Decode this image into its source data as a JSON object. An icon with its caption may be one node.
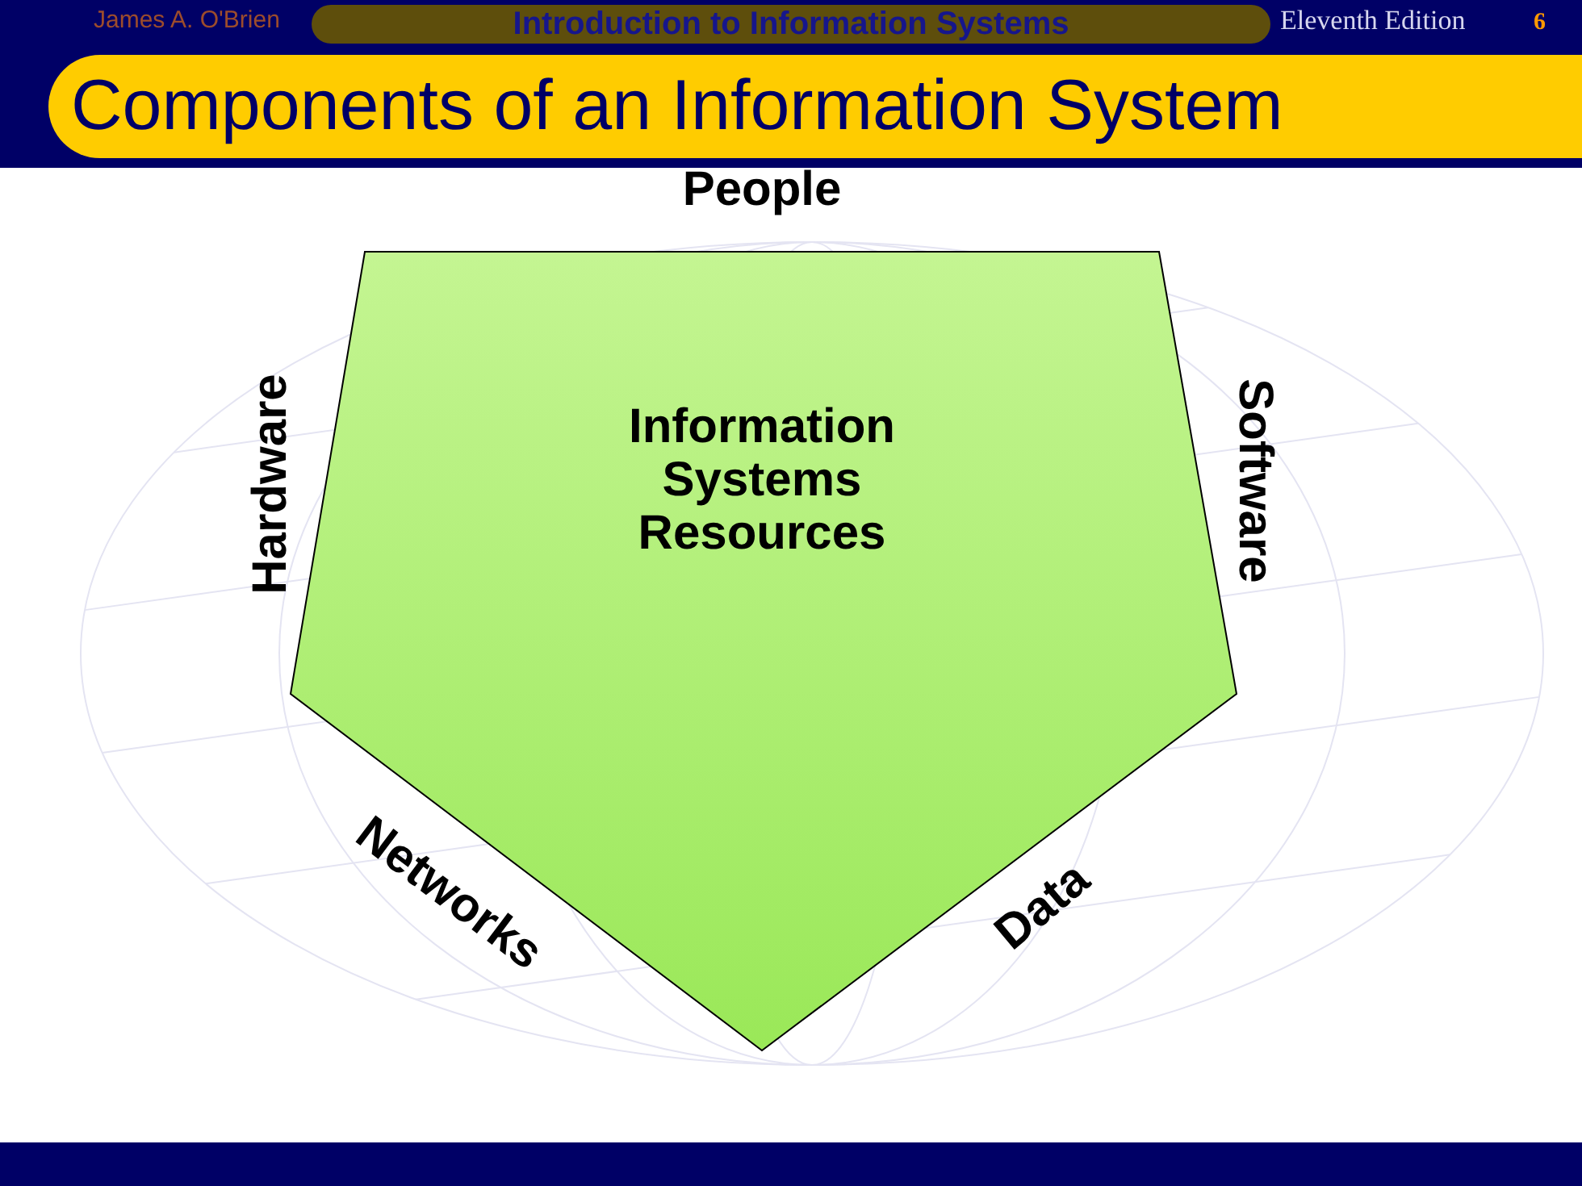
{
  "diagram": {
    "title": "Components of an Information System",
    "nodes": [
      {
        "text": [
          "Information Systems Resources"
        ],
        "beside": [
          "People",
          "Hardware",
          "Software",
          "Networks",
          "Data"
        ]
      }
    ],
    "labels": [
      "James A. O'Brien",
      "Introduction to Information Systems",
      "Eleventh Edition",
      "6"
    ]
  }
}
